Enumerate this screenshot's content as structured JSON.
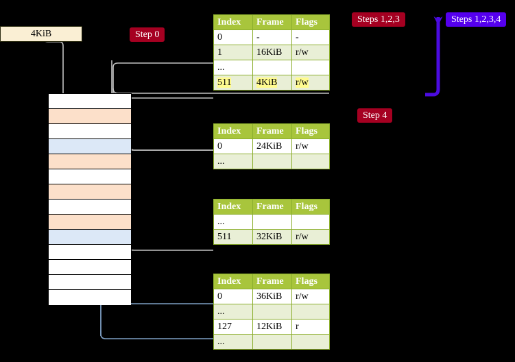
{
  "diagram": {
    "title_absent": true,
    "memory_box": {
      "label": "4KiB"
    },
    "badges": {
      "step0": "Step 0",
      "steps123": "Steps 1,2,3",
      "steps1234": "Steps 1,2,3,4",
      "step4": "Step 4"
    },
    "colors": {
      "table_header": "#A8C53C",
      "table_border": "#8BAE2C",
      "table_alt_row": "#E9EFD6",
      "highlight": "#FFFB8F",
      "badge_red": "#A50021",
      "badge_blue": "#5500EE",
      "mem_orange": "#FCE0CA",
      "mem_blue": "#DCE8F7",
      "mem_white": "#FFFFFF",
      "kib_box": "#FAEFD4",
      "connector_gray": "#B5B5B5",
      "connector_blue": "#7E9FC4"
    },
    "columns": {
      "index": "Index",
      "frame": "Frame",
      "flags": "Flags"
    },
    "tables": [
      {
        "id": "level4-table",
        "rows": [
          {
            "index": "0",
            "frame": "-",
            "flags": "-",
            "alt": false,
            "highlight": false
          },
          {
            "index": "1",
            "frame": "16KiB",
            "flags": "r/w",
            "alt": true,
            "highlight": false
          },
          {
            "index": "...",
            "frame": "",
            "flags": "",
            "alt": false,
            "highlight": false
          },
          {
            "index": "511",
            "frame": "4KiB",
            "flags": "r/w",
            "alt": true,
            "highlight": true
          }
        ]
      },
      {
        "id": "level3-table",
        "rows": [
          {
            "index": "0",
            "frame": "24KiB",
            "flags": "r/w",
            "alt": false,
            "highlight": false
          },
          {
            "index": "...",
            "frame": "",
            "flags": "",
            "alt": true,
            "highlight": false
          }
        ]
      },
      {
        "id": "level2-table",
        "rows": [
          {
            "index": "...",
            "frame": "",
            "flags": "",
            "alt": false,
            "highlight": false
          },
          {
            "index": "511",
            "frame": "32KiB",
            "flags": "r/w",
            "alt": true,
            "highlight": false
          }
        ]
      },
      {
        "id": "level1-table",
        "rows": [
          {
            "index": "0",
            "frame": "36KiB",
            "flags": "r/w",
            "alt": false,
            "highlight": false
          },
          {
            "index": "...",
            "frame": "",
            "flags": "",
            "alt": true,
            "highlight": false
          },
          {
            "index": "127",
            "frame": "12KiB",
            "flags": "r",
            "alt": false,
            "highlight": false
          },
          {
            "index": "...",
            "frame": "",
            "flags": "",
            "alt": true,
            "highlight": false
          }
        ]
      }
    ],
    "memory_rows": [
      {
        "fill": "white"
      },
      {
        "fill": "orange"
      },
      {
        "fill": "white"
      },
      {
        "fill": "blue"
      },
      {
        "fill": "orange"
      },
      {
        "fill": "white"
      },
      {
        "fill": "orange"
      },
      {
        "fill": "white"
      },
      {
        "fill": "orange"
      },
      {
        "fill": "blue"
      },
      {
        "fill": "white"
      },
      {
        "fill": "white"
      },
      {
        "fill": "white"
      },
      {
        "fill": "white"
      }
    ]
  }
}
